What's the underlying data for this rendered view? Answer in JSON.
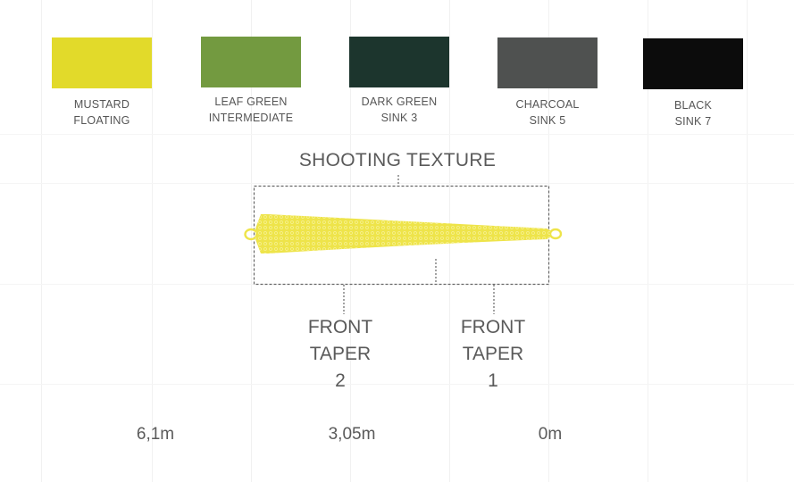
{
  "swatches": [
    {
      "color": "#e2da2a",
      "line1": "MUSTARD",
      "line2": "FLOATING"
    },
    {
      "color": "#739a40",
      "line1": "LEAF GREEN",
      "line2": "INTERMEDIATE"
    },
    {
      "color": "#1c352d",
      "line1": "DARK GREEN",
      "line2": "SINK 3"
    },
    {
      "color": "#4f5150",
      "line1": "CHARCOAL",
      "line2": "SINK 5"
    },
    {
      "color": "#0c0c0c",
      "line1": "BLACK",
      "line2": "SINK 7"
    }
  ],
  "diagram": {
    "section_title": "SHOOTING TEXTURE",
    "line_color": "#eee44a",
    "taper_2": {
      "line1": "FRONT",
      "line2": "TAPER",
      "line3": "2"
    },
    "taper_1": {
      "line1": "FRONT",
      "line2": "TAPER",
      "line3": "1"
    }
  },
  "scale": {
    "left": "6,1m",
    "middle": "3,05m",
    "right": "0m"
  }
}
